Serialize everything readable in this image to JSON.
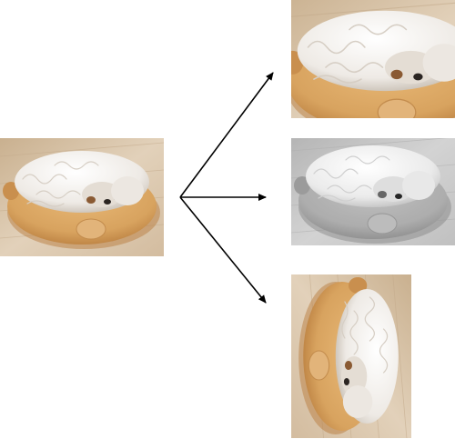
{
  "diagram": {
    "source": {
      "name": "dog-on-bed-photo",
      "variant": "original"
    },
    "outputs": [
      {
        "name": "dog-closeup-crop",
        "variant": "zoomed-crop"
      },
      {
        "name": "dog-grayscale",
        "variant": "grayscale"
      },
      {
        "name": "dog-rotated",
        "variant": "rotated-90"
      }
    ]
  },
  "colors": {
    "floor": "#d9c6ad",
    "floor_dark": "#c4ab8c",
    "bed": "#d8a35f",
    "bed_shadow": "#b97e3f",
    "fur": "#f3f0ec",
    "fur_shadow": "#d9d2ca",
    "arrow": "#000000"
  }
}
